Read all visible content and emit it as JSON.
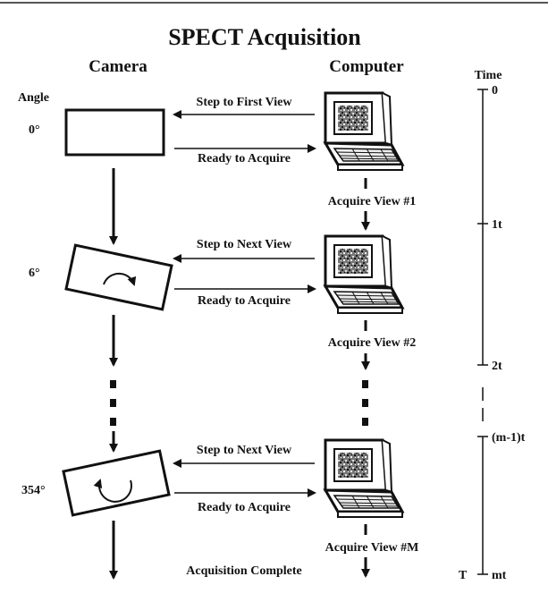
{
  "title": "SPECT Acquisition",
  "columns": {
    "camera": "Camera",
    "computer": "Computer"
  },
  "angle_label": "Angle",
  "time_label": "Time",
  "angles": [
    "0°",
    "6°",
    "354°"
  ],
  "messages": {
    "step_first": "Step to First View",
    "step_next": "Step to Next View",
    "ready": "Ready to Acquire",
    "acquire": [
      "Acquire View #1",
      "Acquire View #2",
      "Acquire View #M"
    ],
    "complete": "Acquisition Complete"
  },
  "timeline": {
    "ticks": [
      "0",
      "1t",
      "2t",
      "(m-1)t",
      "mt"
    ],
    "end_label": "T"
  }
}
